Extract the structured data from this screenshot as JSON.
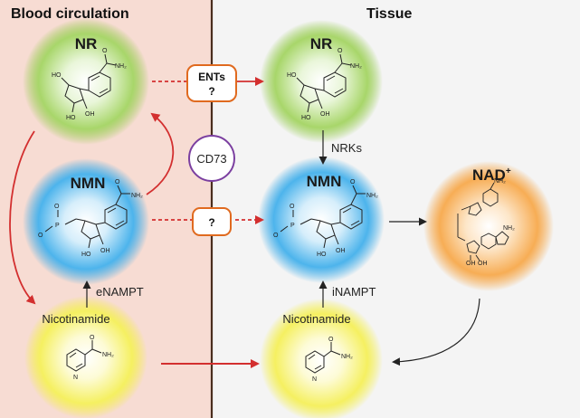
{
  "headers": {
    "left": "Blood circulation",
    "right": "Tissue"
  },
  "molecules": {
    "nr_left": "NR",
    "nmn_left": "NMN",
    "nicotinamide_left": "Nicotinamide",
    "nr_right": "NR",
    "nmn_right": "NMN",
    "nad": "NAD",
    "nad_sup": "+",
    "nicotinamide_right": "Nicotinamide"
  },
  "enzymes": {
    "enampt": "eNAMPT",
    "inampt": "iNAMPT",
    "nrks": "NRKs",
    "cd73": "CD73"
  },
  "transporters": {
    "ents_label": "ENTs",
    "ents_q": "?",
    "nmn_q": "?"
  },
  "atoms": {
    "nh2": "NH₂",
    "ho": "HO",
    "oh": "OH",
    "o": "O",
    "p": "P",
    "n": "N"
  },
  "colors": {
    "left_panel": "#f7dcd3",
    "right_panel": "#f4f4f4",
    "divider": "#4a2e1e",
    "nr_glow": "#8cc63f",
    "nmn_glow": "#2aa3e6",
    "nic_glow": "#f3ee3a",
    "nad_glow": "#f59a2c",
    "red_arrow": "#d32f2f",
    "transporter_border": "#e06a1f",
    "cd73_border": "#7b3fa0"
  }
}
